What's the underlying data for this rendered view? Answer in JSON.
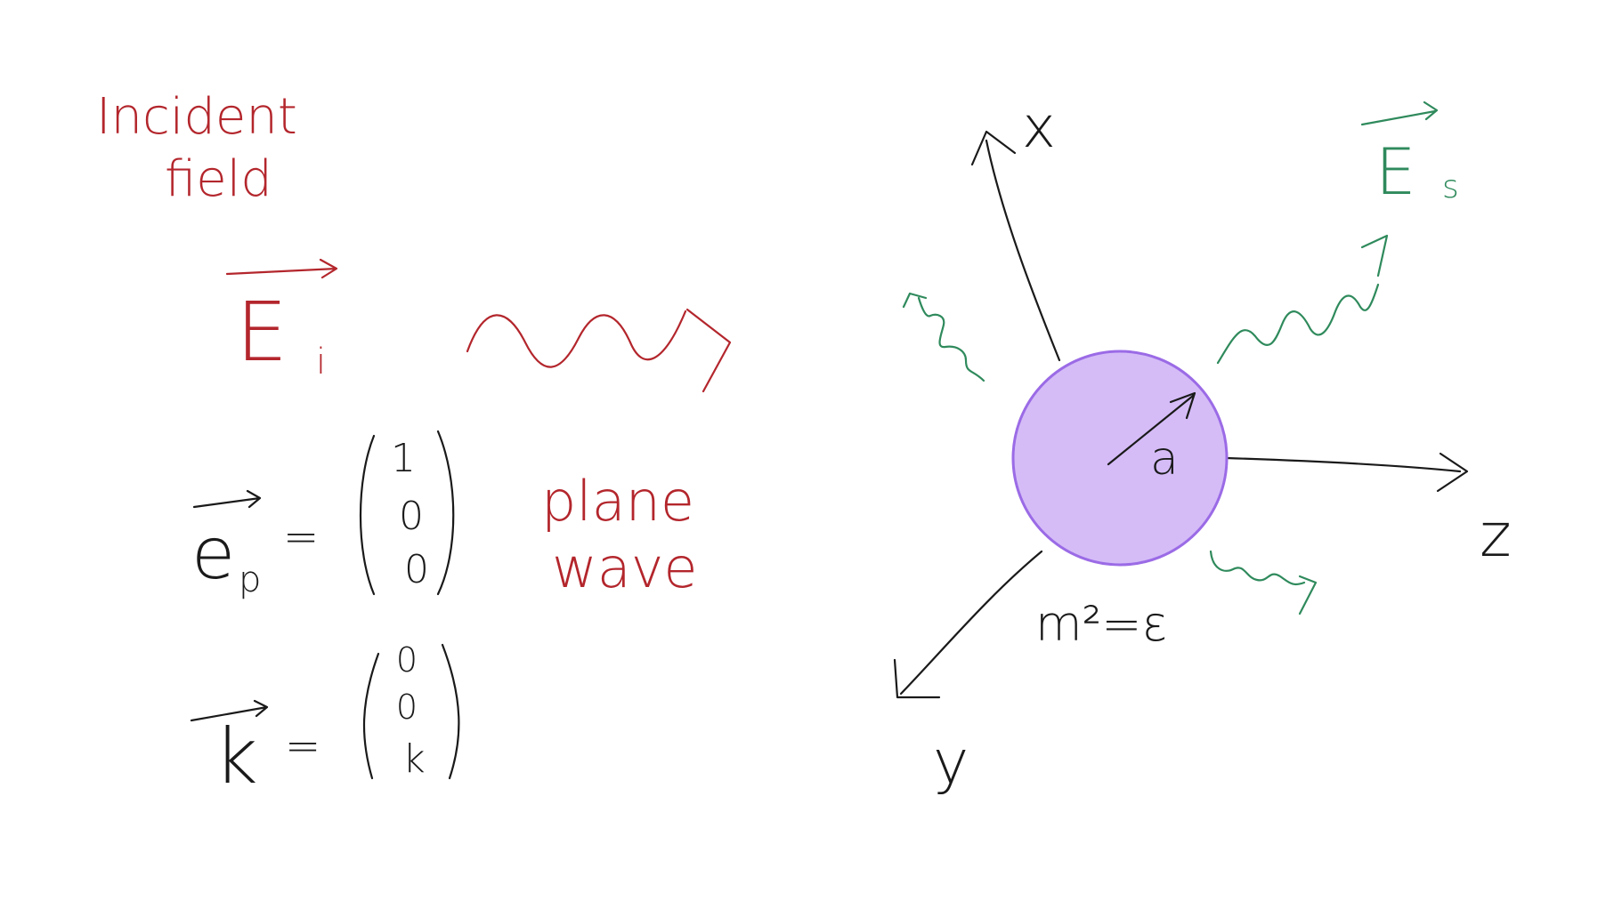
{
  "left_panel": {
    "heading_line1": "Incident",
    "heading_line2": "field",
    "incident_symbol": "E",
    "incident_subscript": "i",
    "polarization": {
      "symbol": "e",
      "subscript": "p",
      "equals": "=",
      "vector": [
        "1",
        "0",
        "0"
      ]
    },
    "plane_wave_line1": "plane",
    "plane_wave_line2": "wave",
    "wavevector": {
      "symbol": "k",
      "equals": "=",
      "vector": [
        "0",
        "0",
        "k"
      ]
    }
  },
  "right_panel": {
    "axis_x": "x",
    "axis_y": "y",
    "axis_z": "z",
    "radius_label": "a",
    "index_relation": "m²=ε",
    "scattered_symbol": "E",
    "scattered_subscript": "s"
  },
  "colors": {
    "incident": "#b3262c",
    "scattered": "#2f8a5c",
    "sphere_fill": "#d5bcf7",
    "sphere_stroke": "#9b6be6",
    "axes": "#1a1a1a"
  }
}
